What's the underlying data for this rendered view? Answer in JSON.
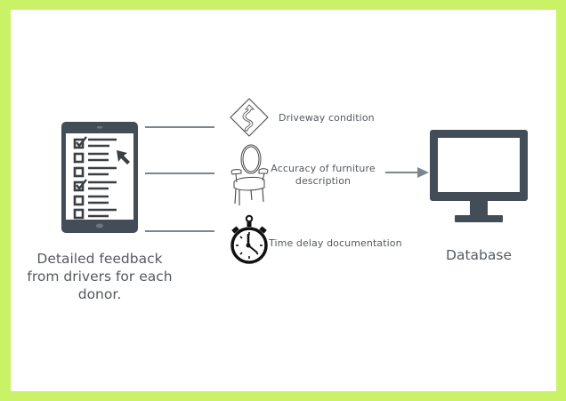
{
  "diagram": {
    "source": {
      "icon": "tablet-checklist-icon",
      "label_lines": [
        "Detailed feedback",
        "from drivers for each",
        "donor."
      ]
    },
    "criteria": [
      {
        "icon": "winding-road-sign-icon",
        "label_lines": [
          "Driveway condition"
        ]
      },
      {
        "icon": "armchair-icon",
        "label_lines": [
          "Accuracy of furniture",
          "description"
        ]
      },
      {
        "icon": "stopwatch-icon",
        "label_lines": [
          "Time delay documentation"
        ]
      }
    ],
    "target": {
      "icon": "desktop-monitor-icon",
      "label": "Database"
    },
    "colors": {
      "frame": "#c9f266",
      "icon_dark": "#434d57",
      "connector": "#7b8690",
      "text": "#555a5f"
    }
  }
}
